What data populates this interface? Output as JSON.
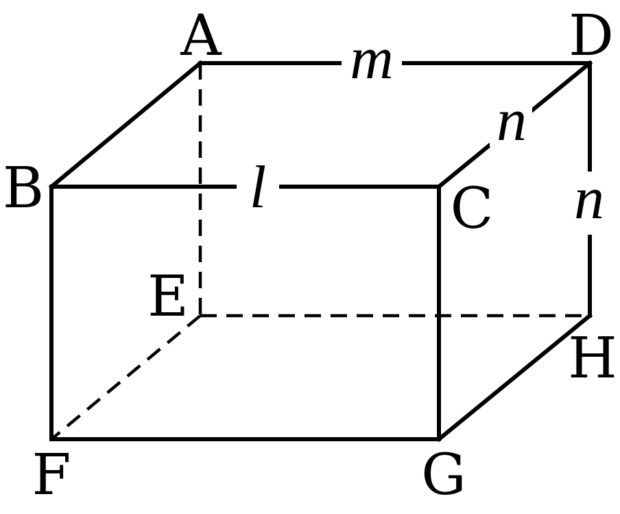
{
  "vertices": {
    "A": "A",
    "B": "B",
    "C": "C",
    "D": "D",
    "E": "E",
    "F": "F",
    "G": "G",
    "H": "H"
  },
  "edge_labels": {
    "AD": "m",
    "BC": "l",
    "CD": "n",
    "DH": "n"
  },
  "colors": {
    "stroke": "#000000",
    "background": "#ffffff"
  }
}
